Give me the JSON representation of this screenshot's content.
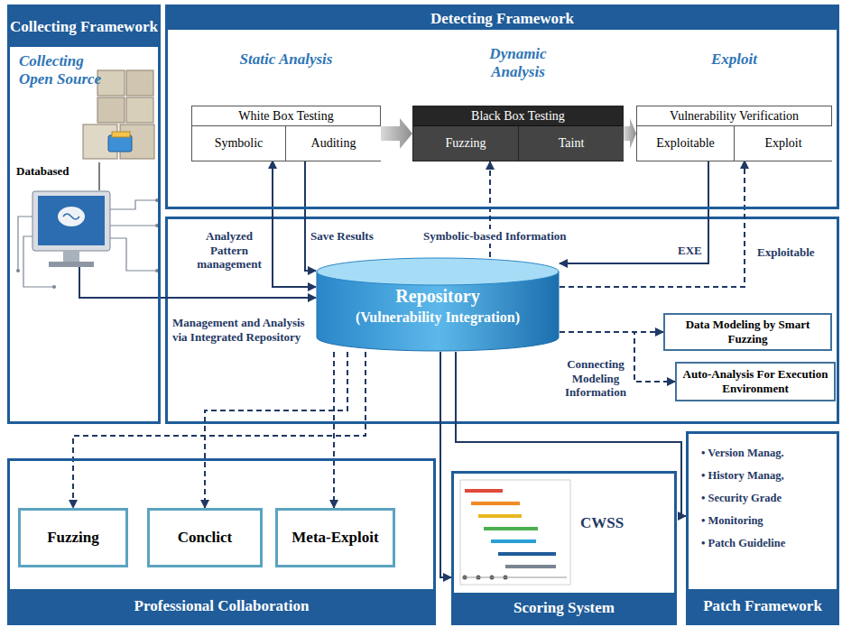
{
  "diagram": {
    "nodes": [
      {
        "text": [
          "Collecting Framework",
          "Collecting Open Source",
          "Databased"
        ]
      },
      {
        "text": [
          "Detecting Framework"
        ]
      },
      {
        "text": [
          "Static Analysis",
          "White Box Testing"
        ],
        "in": 1
      },
      {
        "text": [
          "Symbolic"
        ],
        "in": 2
      },
      {
        "text": [
          "Auditing"
        ],
        "in": 2
      },
      {
        "text": [
          "Dynamic Analysis",
          "Black Box Testing"
        ],
        "in": 1
      },
      {
        "text": [
          "Fuzzing"
        ],
        "in": 5
      },
      {
        "text": [
          "Taint"
        ],
        "in": 5
      },
      {
        "text": [
          "Exploit",
          "Vulnerability Verification"
        ],
        "in": 1
      },
      {
        "text": [
          "Exploitable"
        ],
        "in": 8
      },
      {
        "text": [
          "Exploit"
        ],
        "in": 8
      },
      {
        "text": [
          "Repository",
          "(Vulnerability Integration)"
        ]
      },
      {
        "text": [
          "Data Modeling by Smart Fuzzing"
        ]
      },
      {
        "text": [
          "Auto-Analysis For Execution Environment"
        ]
      },
      {
        "text": [
          "Professional Collaboration"
        ]
      },
      {
        "text": [
          "Fuzzing"
        ],
        "in": 14
      },
      {
        "text": [
          "Conclict"
        ],
        "in": 14
      },
      {
        "text": [
          "Meta-Exploit"
        ],
        "in": 14
      },
      {
        "text": [
          "CWSS",
          "Scoring System"
        ]
      },
      {
        "text": [
          "• Version Manag.",
          "• History Manag,",
          "• Security Grade",
          "• Monitoring",
          "• Patch Guideline",
          "Patch Framework"
        ]
      }
    ],
    "edges": [
      {
        "from": 0,
        "to": 11,
        "arrow": "to",
        "label": "Management and Analysis via Integrated Repository"
      },
      {
        "from": 2,
        "to": 5,
        "arrow": "to"
      },
      {
        "from": 5,
        "to": 8,
        "arrow": "to"
      },
      {
        "from": 3,
        "to": 11,
        "arrow": "both",
        "label": "Analyzed Pattern management"
      },
      {
        "from": 4,
        "to": 11,
        "arrow": "to",
        "label": "Save Results"
      },
      {
        "from": 11,
        "to": 5,
        "arrow": "to",
        "label": "Symbolic-based Information"
      },
      {
        "from": 9,
        "to": 11,
        "arrow": "to",
        "label": "EXE"
      },
      {
        "from": 11,
        "to": 10,
        "arrow": "to",
        "label": "Exploitable"
      },
      {
        "from": 11,
        "to": 12,
        "arrow": "to",
        "label": "Connecting Modeling Information"
      },
      {
        "from": 11,
        "to": 13,
        "arrow": "to"
      },
      {
        "from": 11,
        "to": 15,
        "arrow": "to"
      },
      {
        "from": 11,
        "to": 16,
        "arrow": "to"
      },
      {
        "from": 11,
        "to": 17,
        "arrow": "to"
      },
      {
        "from": 11,
        "to": 18,
        "arrow": "to"
      },
      {
        "from": 11,
        "to": 19,
        "arrow": "to"
      }
    ]
  }
}
